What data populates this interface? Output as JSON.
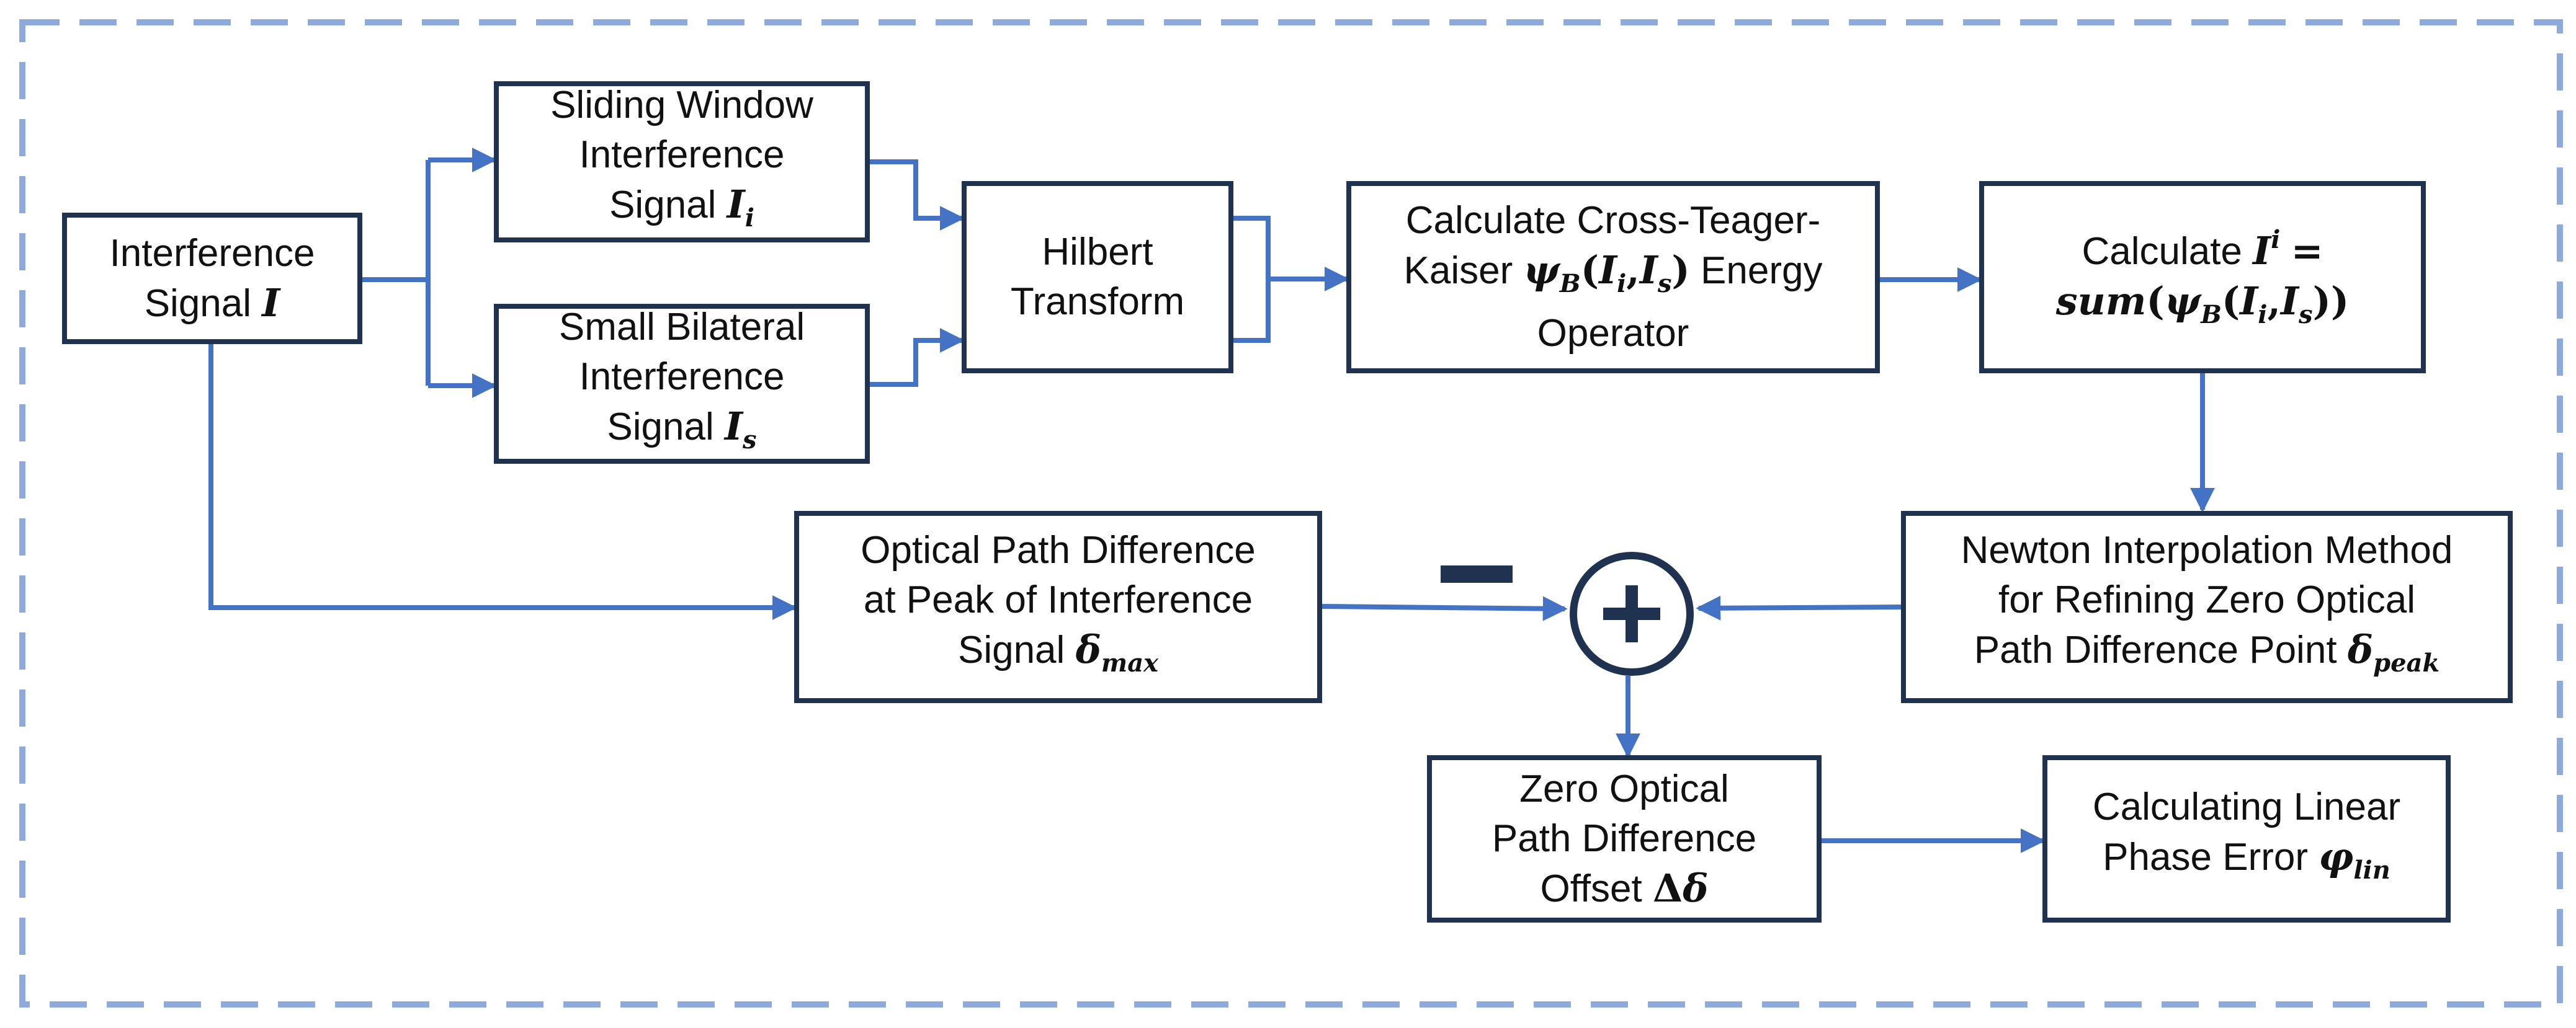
{
  "colors": {
    "box_border": "#1f3350",
    "arrow": "#4472c4",
    "frame": "#8eaadb"
  },
  "boxes": {
    "interference": {
      "lines": [
        "Interference",
        "Signal"
      ],
      "symbol": "I"
    },
    "sliding": {
      "lines": [
        "Sliding Window",
        "Interference",
        "Signal"
      ],
      "symbol": "I",
      "subscript": "i"
    },
    "bilateral": {
      "lines": [
        "Small Bilateral",
        "Interference",
        "Signal"
      ],
      "symbol": "I",
      "subscript": "s"
    },
    "hilbert": {
      "lines": [
        "Hilbert",
        "Transform"
      ]
    },
    "teager": {
      "line1": "Calculate Cross-Teager-",
      "line2_text": "Kaiser",
      "line2_psi": "ψ",
      "line2_psi_sub": "B",
      "line2_args_open": "(",
      "line2_arg1": "I",
      "line2_arg1_sub": "i",
      "line2_comma": ",",
      "line2_arg2": "I",
      "line2_arg2_sub": "s",
      "line2_args_close": ")",
      "line2_tail": "Energy",
      "line3": "Operator"
    },
    "calc_sum": {
      "line1_text": "Calculate",
      "line1_symbol": "I",
      "line1_sup": "i",
      "line1_eq": "=",
      "line2_fn": "sum",
      "line2_open": "(",
      "line2_psi": "ψ",
      "line2_psi_sub": "B",
      "line2_args_open": "(",
      "line2_arg1": "I",
      "line2_arg1_sub": "i",
      "line2_comma": ",",
      "line2_arg2": "I",
      "line2_arg2_sub": "s",
      "line2_close": "))"
    },
    "newton": {
      "lines": [
        "Newton Interpolation Method",
        "for Refining Zero Optical",
        "Path Difference Point"
      ],
      "symbol": "δ",
      "subscript": "peak"
    },
    "opd_peak": {
      "lines": [
        "Optical Path Difference",
        "at Peak of Interference",
        "Signal"
      ],
      "symbol": "δ",
      "subscript": "max"
    },
    "zero_offset": {
      "lines": [
        "Zero Optical",
        "Path Difference",
        "Offset"
      ],
      "delta": "Δ",
      "symbol": "δ"
    },
    "linear_phase": {
      "lines": [
        "Calculating Linear",
        "Phase Error"
      ],
      "symbol": "φ",
      "subscript": "lin"
    }
  }
}
